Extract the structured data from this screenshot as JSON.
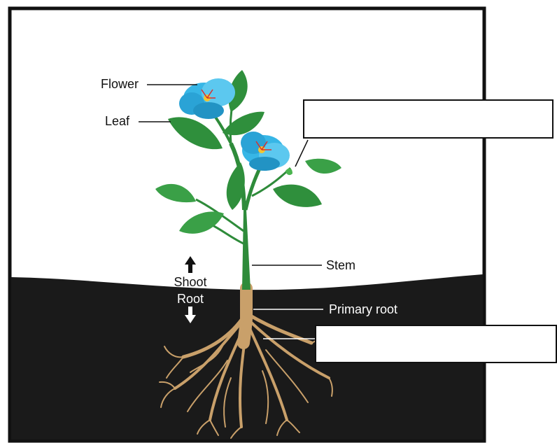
{
  "labels": {
    "flower": "Flower",
    "leaf": "Leaf",
    "stem": "Stem",
    "shoot": "Shoot",
    "root": "Root",
    "primary_root": "Primary root"
  },
  "blank_boxes": [
    {
      "name": "blank-label-upper",
      "text": ""
    },
    {
      "name": "blank-label-lower",
      "text": ""
    }
  ],
  "colors": {
    "soil": "#1a1a1a",
    "sky": "#ffffff",
    "stem": "#2e8b3a",
    "leaf": "#2f8f3c",
    "leaf_light": "#4bb54f",
    "petal": "#37b6e6",
    "root": "#c9a06a",
    "frame": "#111111"
  },
  "icons": {
    "shoot_arrow": "arrow-up-icon",
    "root_arrow": "arrow-down-icon"
  }
}
